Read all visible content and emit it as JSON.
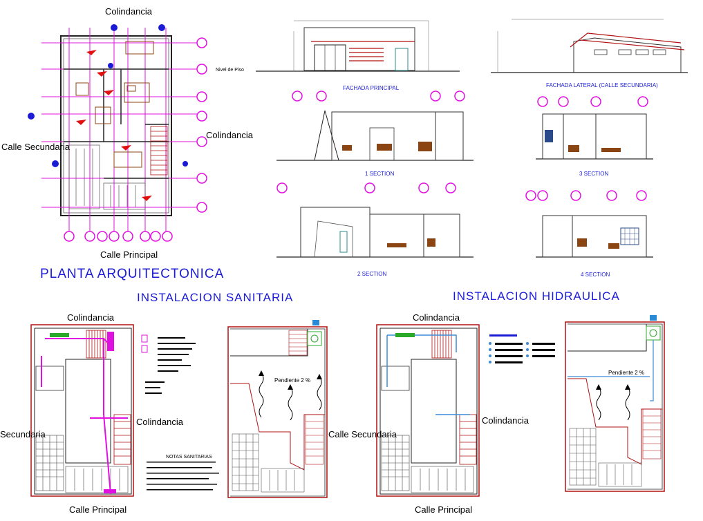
{
  "planta": {
    "title": "PLANTA ARQUITECTONICA",
    "north_label": "Colindancia",
    "east_label": "Colindancia",
    "west_label": "Calle Secundaria",
    "south_label": "Calle Principal",
    "scale_note": "Nivel de Piso"
  },
  "elevations": {
    "front_caption": "FACHADA PRINCIPAL",
    "side_caption": "FACHADA LATERAL (CALLE SECUNDARIA)"
  },
  "sections": {
    "s1": "1  SECTION",
    "s2": "2  SECTION",
    "s3": "3  SECTION",
    "s4": "4  SECTION"
  },
  "sanitaria": {
    "title": "INSTALACION SANITARIA",
    "north_label": "Colindancia",
    "east_label": "Colindancia",
    "west_label": "Secundaria",
    "south_label": "Calle Principal",
    "notes_title": "NOTAS SANITARIAS",
    "slope_label": "Pendiente 2 %",
    "roof_west_label": "Calle Secundaria"
  },
  "hidraulica": {
    "title": "INSTALACION HIDRAULICA",
    "north_label": "Colindancia",
    "east_label": "Colindancia",
    "south_label": "Calle Principal",
    "slope_label": "Pendiente 2 %"
  },
  "colors": {
    "title_blue": "#1b1bd6",
    "axis_magenta": "#e010e0",
    "wall_red": "#b01010",
    "pipe_blue": "#3a8ad6"
  }
}
